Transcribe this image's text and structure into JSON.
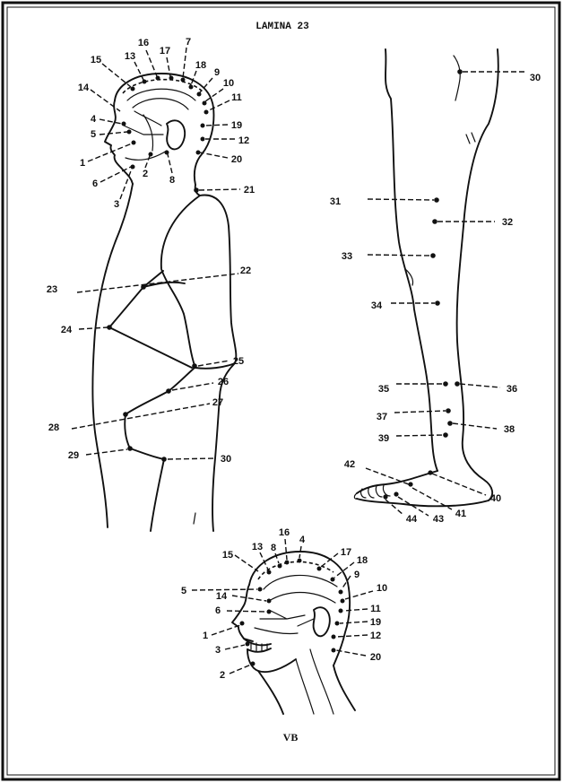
{
  "document": {
    "title": "LAMINA 23",
    "caption": "VB"
  },
  "colors": {
    "ink": "#111111",
    "paper": "#ffffff"
  },
  "body_figure": {
    "point_labels": [
      "15",
      "13",
      "16",
      "17",
      "7",
      "18",
      "9",
      "10",
      "11",
      "14",
      "4",
      "5",
      "1",
      "6",
      "2",
      "3",
      "8",
      "19",
      "12",
      "20",
      "21",
      "22",
      "23",
      "24",
      "25",
      "26",
      "27",
      "28",
      "29",
      "30"
    ]
  },
  "leg_figure": {
    "point_labels": [
      "30",
      "31",
      "32",
      "33",
      "34",
      "35",
      "36",
      "37",
      "38",
      "39",
      "42",
      "40",
      "41",
      "43",
      "44"
    ]
  },
  "head_figure": {
    "point_labels": [
      "15",
      "13",
      "8",
      "16",
      "4",
      "17",
      "18",
      "9",
      "10",
      "5",
      "14",
      "11",
      "6",
      "19",
      "1",
      "12",
      "3",
      "20",
      "2"
    ]
  }
}
